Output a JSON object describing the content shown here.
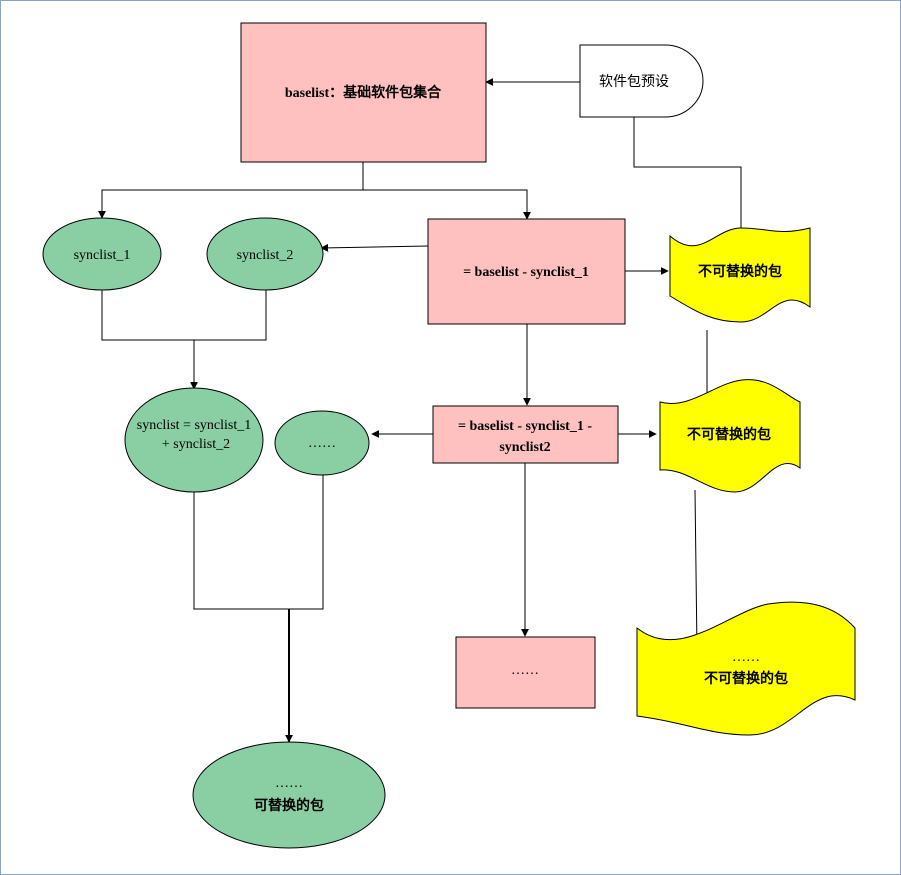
{
  "colors": {
    "process_fill": "#ffc0c0",
    "ellipse_fill": "#89cfa3",
    "document_fill": "#ffff00",
    "terminal_fill": "#ffffff",
    "stroke": "#000000"
  },
  "nodes": {
    "baselist": {
      "label": "baselist：基础软件包集合"
    },
    "preset": {
      "label": "软件包预设"
    },
    "synclist_1": {
      "label": "synclist_1"
    },
    "synclist_2": {
      "label": "synclist_2"
    },
    "diff1": {
      "label": "= baselist - synclist_1"
    },
    "fixed1": {
      "label": "不可替换的包"
    },
    "synclist_sum": {
      "line1": "synclist = synclist_1",
      "line2": "+ synclist_2"
    },
    "ellipsis_ellipse": {
      "label": "……"
    },
    "diff2": {
      "line1": "= baselist - synclist_1 -",
      "line2": "synclist2"
    },
    "fixed2": {
      "label": "不可替换的包"
    },
    "ellipsis_box": {
      "label": "……"
    },
    "fixed3": {
      "line1": "……",
      "line2": "不可替换的包"
    },
    "replaceable": {
      "line1": "……",
      "line2": "可替换的包"
    }
  }
}
